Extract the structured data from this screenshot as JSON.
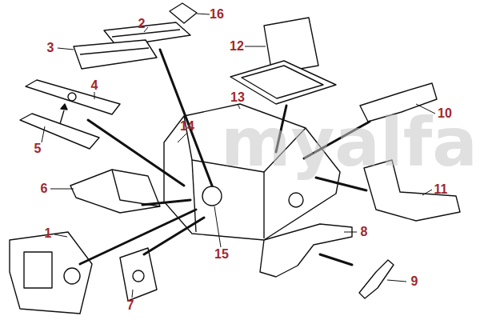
{
  "diagram": {
    "labels": [
      "1",
      "2",
      "3",
      "4",
      "5",
      "6",
      "7",
      "8",
      "9",
      "10",
      "11",
      "12",
      "13",
      "14",
      "15",
      "16",
      "myalfa"
    ]
  }
}
